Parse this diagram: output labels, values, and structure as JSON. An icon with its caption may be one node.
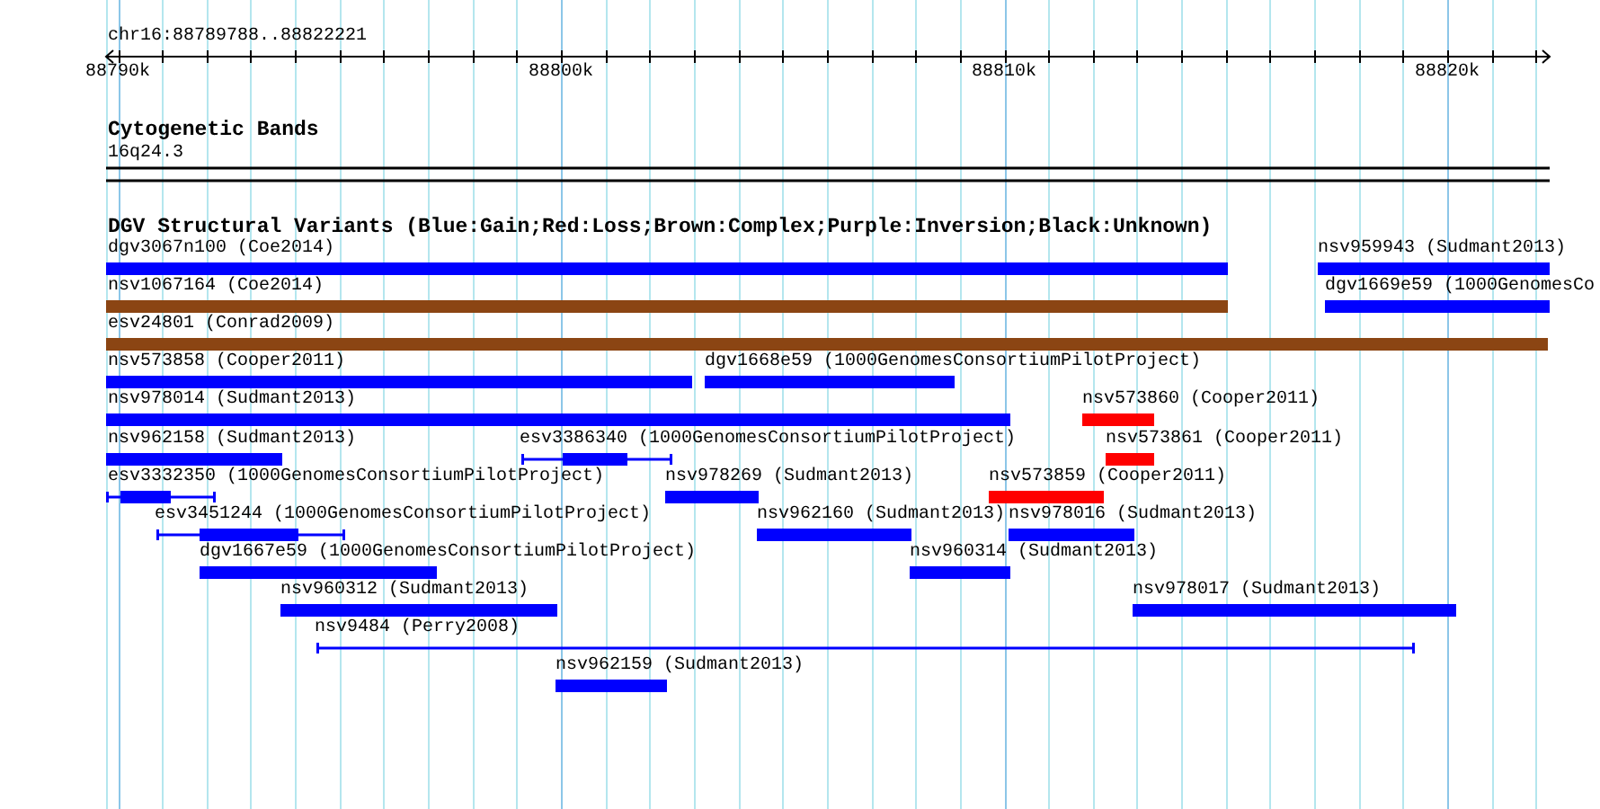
{
  "diagram": {
    "nodes": [
      {
        "text": [
          "dgv3067n100 (Coe2014)"
        ]
      },
      {
        "text": [
          "nsv959943 (Sudmant2013)"
        ]
      },
      {
        "text": [
          "nsv1067164 (Coe2014)"
        ]
      },
      {
        "text": [
          "dgv1669e59 (1000GenomesCo"
        ]
      },
      {
        "text": [
          "esv24801 (Conrad2009)"
        ]
      },
      {
        "text": [
          "nsv573858 (Cooper2011)"
        ]
      },
      {
        "text": [
          "dgv1668e59 (1000GenomesConsortiumPilotProject)"
        ]
      },
      {
        "text": [
          "nsv978014 (Sudmant2013)"
        ]
      },
      {
        "text": [
          "nsv573860 (Cooper2011)"
        ]
      },
      {
        "text": [
          "nsv962158 (Sudmant2013)"
        ]
      },
      {
        "text": [
          "esv3386340 (1000GenomesConsortiumPilotProject)"
        ]
      },
      {
        "text": [
          "nsv573861 (Cooper2011)"
        ]
      },
      {
        "text": [
          "esv3332350 (1000GenomesConsortiumPilotProject)"
        ]
      },
      {
        "text": [
          "nsv978269 (Sudmant2013)"
        ]
      },
      {
        "text": [
          "nsv573859 (Cooper2011)"
        ]
      },
      {
        "text": [
          "esv3451244 (1000GenomesConsortiumPilotProject)"
        ]
      },
      {
        "text": [
          "nsv962160 (Sudmant2013)"
        ]
      },
      {
        "text": [
          "nsv978016 (Sudmant2013)"
        ]
      },
      {
        "text": [
          "dgv1667e59 (1000GenomesConsortiumPilotProject)"
        ]
      },
      {
        "text": [
          "nsv960314 (Sudmant2013)"
        ]
      },
      {
        "text": [
          "nsv960312 (Sudmant2013)"
        ]
      },
      {
        "text": [
          "nsv978017 (Sudmant2013)"
        ]
      },
      {
        "text": [
          "nsv9484 (Perry2008)"
        ]
      },
      {
        "text": [
          "nsv962159 (Sudmant2013)"
        ]
      }
    ],
    "labels": [
      "chr16:88789788..88822221",
      "88790k",
      "88800k",
      "88810k",
      "88820k",
      "Cytogenetic Bands",
      "16q24.3",
      "DGV Structural Variants (Blue:Gain;Red:Loss;Brown:Complex;Purple:Inversion;Black:Unknown)"
    ]
  }
}
